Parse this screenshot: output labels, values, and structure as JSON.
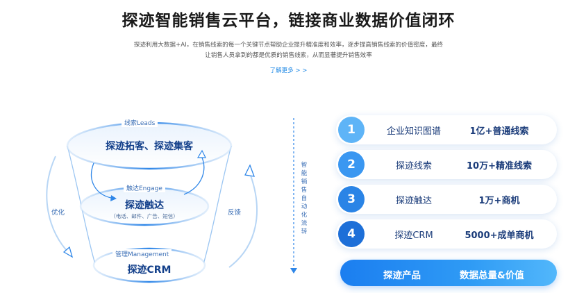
{
  "header": {
    "title": "探迹智能销售云平台，链接商业数据价值闭环",
    "desc_line1": "探迹利用大数据+AI，在销售线索的每一个关键节点帮助企业提升精准度和效率，逐步提高销售线索的价值密度，最终",
    "desc_line2": "让销售人员拿到的都是优质的销售线索，从而显著提升销售效率",
    "more_label": "了解更多 > >"
  },
  "funnel": {
    "layers": [
      {
        "small": "线索Leads",
        "big": "探迹拓客、探迹集客",
        "tiny": ""
      },
      {
        "small": "触达Engage",
        "big": "探迹触达",
        "tiny": "（电话、邮件、广告、短信）"
      },
      {
        "small": "管理Management",
        "big": "探迹CRM",
        "tiny": ""
      }
    ],
    "left_label": "优化",
    "right_label": "反馈",
    "vertical_label": "智能销售自动化流转"
  },
  "rows": [
    {
      "num": "1",
      "name": "企业知识图谱",
      "value": "1亿+普通线索",
      "color": "#5eb4f7"
    },
    {
      "num": "2",
      "name": "探迹线索",
      "value": "10万+精准线索",
      "color": "#3a97f1"
    },
    {
      "num": "3",
      "name": "探迹触达",
      "value": "1万+商机",
      "color": "#2a84e6"
    },
    {
      "num": "4",
      "name": "探迹CRM",
      "value": "5000+成单商机",
      "color": "#1d6fd8"
    }
  ],
  "product": {
    "left": "探迹产品",
    "right": "数据总量&价值"
  }
}
